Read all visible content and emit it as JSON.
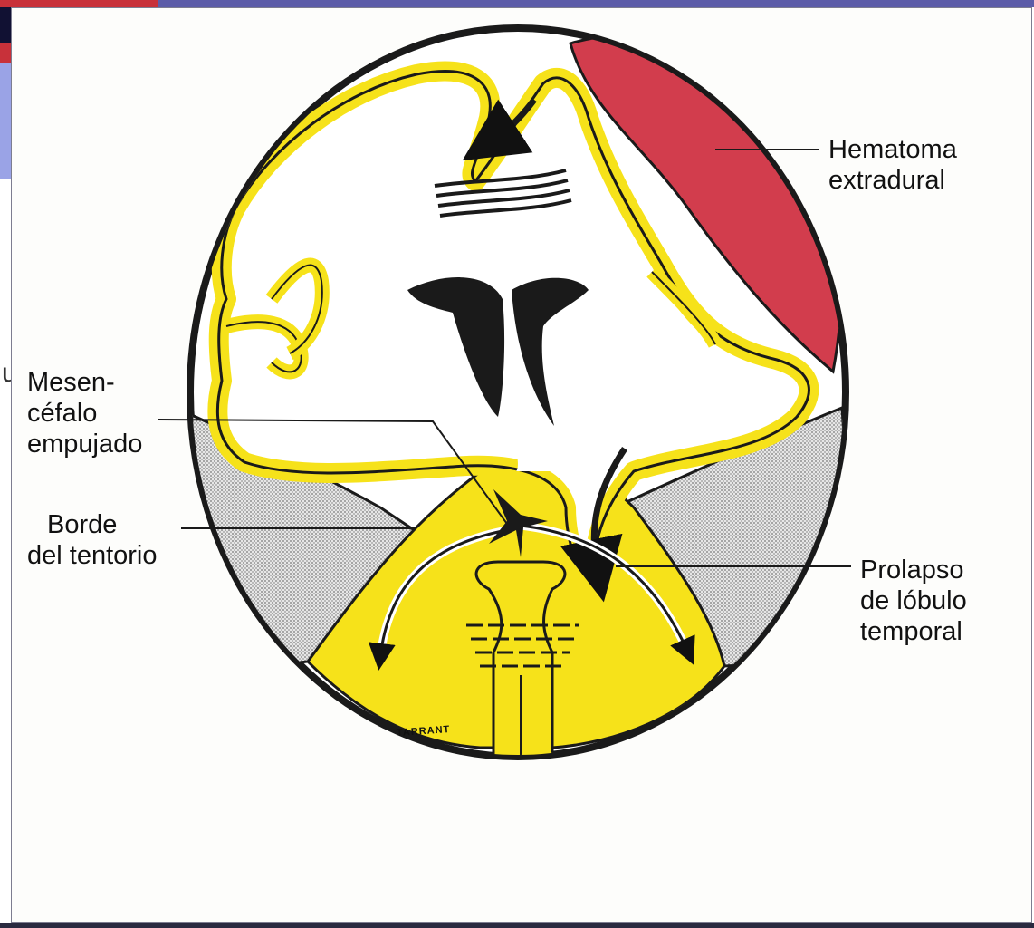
{
  "labels": {
    "hematoma": [
      "Hematoma",
      "extradural"
    ],
    "mesencefalo": [
      "Mesen-",
      "céfalo",
      "empujado"
    ],
    "borde": [
      "Borde",
      "del tentorio"
    ],
    "prolapso": [
      "Prolapso",
      "de lóbulo",
      "temporal"
    ]
  },
  "signature": "TARRANT",
  "background_glyph": "u",
  "colors": {
    "brain_outline_fill": "#f6e21a",
    "brain_matter": "#ffffff",
    "hematoma": "#d23d4d",
    "ventricles": "#1a1a1a",
    "tentorium": "#c8c8c8",
    "skull": "#1a1a1a",
    "frame_purple": "#5c5ca8",
    "frame_red": "#c8313a",
    "frame_blue": "#9aa3e6"
  },
  "icons": [
    "herniation-arrow-icon",
    "displacement-arrow-icon",
    "compression-lines-icon"
  ]
}
